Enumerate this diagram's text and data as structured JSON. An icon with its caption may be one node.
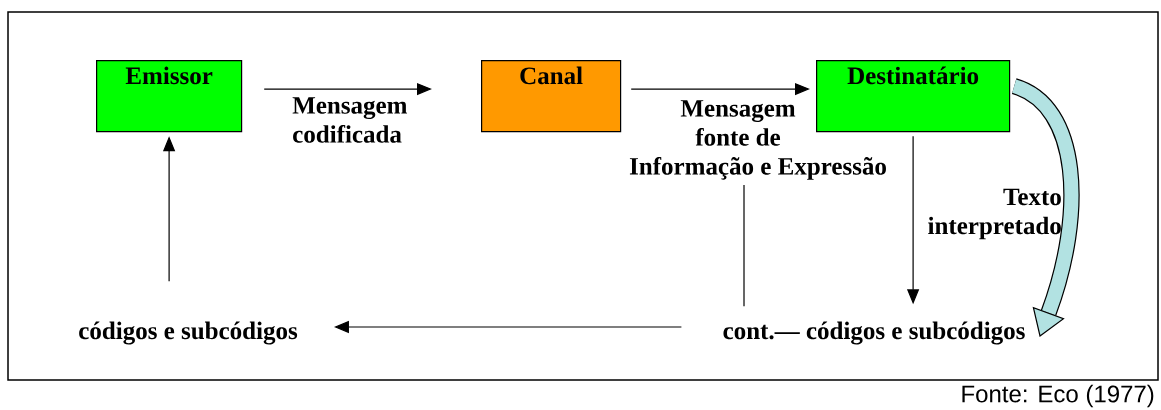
{
  "diagram": {
    "caption": "Fonte: Eco (1977)",
    "nodes": [
      {
        "text": [
          "Emissor"
        ]
      },
      {
        "text": [
          "Canal"
        ]
      },
      {
        "text": [
          "Destinatário"
        ]
      },
      {
        "text": [
          "Mensagem fonte de Informação e Expressão"
        ]
      },
      {
        "text": [
          "cont.— códigos e subcódigos"
        ]
      },
      {
        "text": [
          "códigos e subcódigos"
        ]
      }
    ],
    "edges": [
      {
        "from": 0,
        "to": 1,
        "arrow": "to",
        "label": "Mensagem codificada"
      },
      {
        "from": 1,
        "to": 2,
        "arrow": "to"
      },
      {
        "from": 3,
        "to": 4,
        "arrow": "none"
      },
      {
        "from": 2,
        "to": 4,
        "arrow": "to"
      },
      {
        "from": 2,
        "to": 4,
        "arrow": "to",
        "label": "Texto interpretado",
        "style": "thick"
      },
      {
        "from": 4,
        "to": 5,
        "arrow": "to"
      },
      {
        "from": 5,
        "to": 0,
        "arrow": "to"
      }
    ]
  }
}
